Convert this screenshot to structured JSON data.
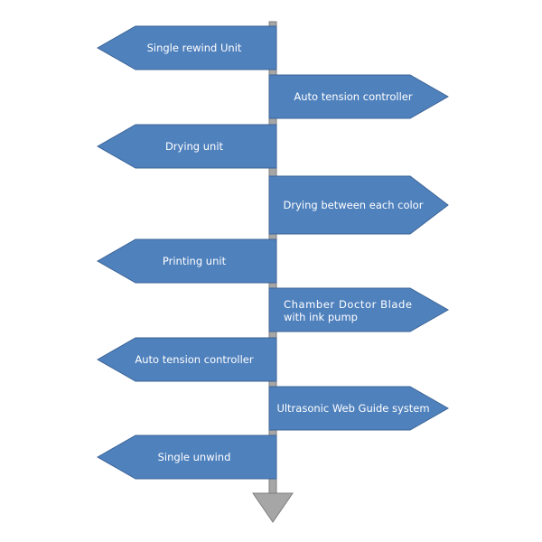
{
  "colors": {
    "sign_fill": "#4f81bd",
    "sign_stroke": "#3c6496",
    "pole": "#a6a6a6",
    "pole_stroke": "#7f7f7f",
    "arrow_head": "#a6a6a6"
  },
  "signs": [
    {
      "direction": "left",
      "label": "Single rewind Unit"
    },
    {
      "direction": "right",
      "label": "Auto tension controller"
    },
    {
      "direction": "left",
      "label": "Drying unit"
    },
    {
      "direction": "right",
      "label": "Drying between each color"
    },
    {
      "direction": "left",
      "label": "Printing unit"
    },
    {
      "direction": "right",
      "label": "Chamber Doctor Blade with ink pump",
      "lines": [
        "Chamber Doctor Blade",
        "with ink pump"
      ]
    },
    {
      "direction": "left",
      "label": "Auto tension controller"
    },
    {
      "direction": "right",
      "label": "Ultrasonic Web Guide system"
    },
    {
      "direction": "left",
      "label": "Single unwind"
    }
  ]
}
